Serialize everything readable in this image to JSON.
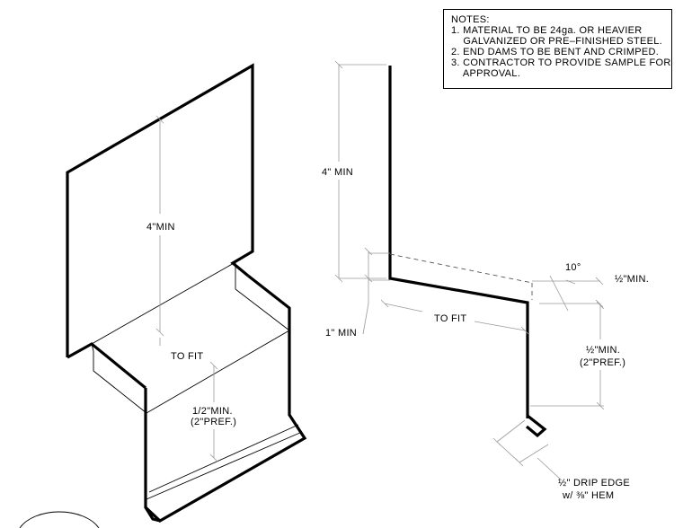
{
  "notes": {
    "heading": "NOTES:",
    "items": [
      "1. MATERIAL TO BE 24ga. OR HEAVIER",
      "    GALVANIZED OR PRE–FINISHED STEEL.",
      "2. END DAMS TO BE BENT AND CRIMPED.",
      "3. CONTRACTOR TO PROVIDE SAMPLE FOR",
      "    APPROVAL."
    ]
  },
  "iso_view": {
    "height_label": "4\"MIN",
    "width_label": "TO FIT",
    "leg_label_1": "1/2\"MIN.",
    "leg_label_2": "(2\"PREF.)"
  },
  "section_view": {
    "height_label": "4\"  MIN",
    "back_label": "1\"  MIN",
    "width_label": "TO FIT",
    "angle_label": "10°",
    "lip_label": "½\"MIN.",
    "leg_label_1": "½\"MIN.",
    "leg_label_2": "(2\"PREF.)",
    "drip_label_1": "½\" DRIP EDGE",
    "drip_label_2": "w/  ⅜\" HEM"
  }
}
